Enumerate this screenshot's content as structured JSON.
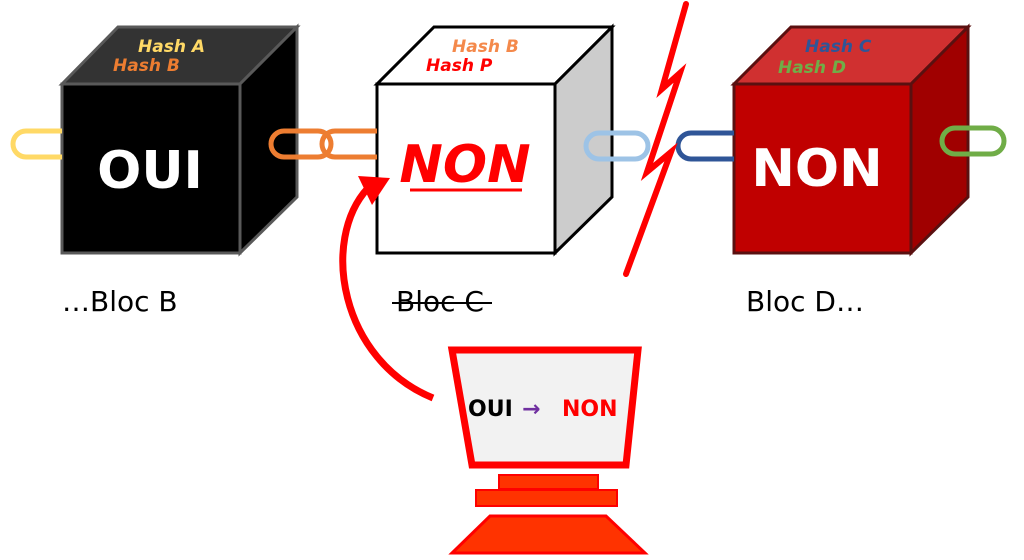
{
  "blocks": [
    {
      "id": "B",
      "hashes": [
        {
          "text": "Hash A",
          "color": "#FFD966"
        },
        {
          "text": "Hash B",
          "color": "#ED7D31"
        }
      ],
      "value": "OUI",
      "value_color": "#FFFFFF",
      "label": "…Bloc B",
      "label_struck": false,
      "colors": {
        "front": "#000000",
        "top": "#333333",
        "side": "#000000",
        "stroke": "#595959"
      }
    },
    {
      "id": "C",
      "hashes": [
        {
          "text": "Hash B",
          "color": "#F4894B"
        },
        {
          "text": "Hash P",
          "color": "#FF0000"
        }
      ],
      "value": "NON",
      "value_color": "#FF0000",
      "value_style": "bold-italic-underlined",
      "label": "Bloc C",
      "label_struck": true,
      "colors": {
        "front": "#FFFFFF",
        "top": "#FFFFFF",
        "side": "#CCCCCC",
        "stroke": "#000000"
      }
    },
    {
      "id": "D",
      "hashes": [
        {
          "text": "Hash C",
          "color": "#2F5597"
        },
        {
          "text": "Hash D",
          "color": "#70AD47"
        }
      ],
      "value": "NON",
      "value_color": "#FFFFFF",
      "label": "Bloc D…",
      "label_struck": false,
      "colors": {
        "front": "#C00000",
        "top": "#D03030",
        "side": "#A00000",
        "stroke": "#5A1010"
      }
    }
  ],
  "links": [
    {
      "name": "link-in-b",
      "color": "#FFD966"
    },
    {
      "name": "link-b-out",
      "color": "#ED7D31"
    },
    {
      "name": "link-c-in",
      "color": "#ED7D31"
    },
    {
      "name": "link-c-out",
      "color": "#9DC3E6"
    },
    {
      "name": "link-d-in",
      "color": "#2F5597"
    },
    {
      "name": "link-d-out",
      "color": "#70AD47"
    }
  ],
  "break_bolt_color": "#FF0000",
  "attack_arrow_color": "#FF0000",
  "computer": {
    "screen_from": "OUI",
    "screen_arrow": "→",
    "screen_to": "NON",
    "from_color": "#000000",
    "arrow_color": "#7030A0",
    "to_color": "#FF0000",
    "frame_color": "#FF0000",
    "screen_fill": "#F2F2F2",
    "base_fill": "#FF3300"
  }
}
